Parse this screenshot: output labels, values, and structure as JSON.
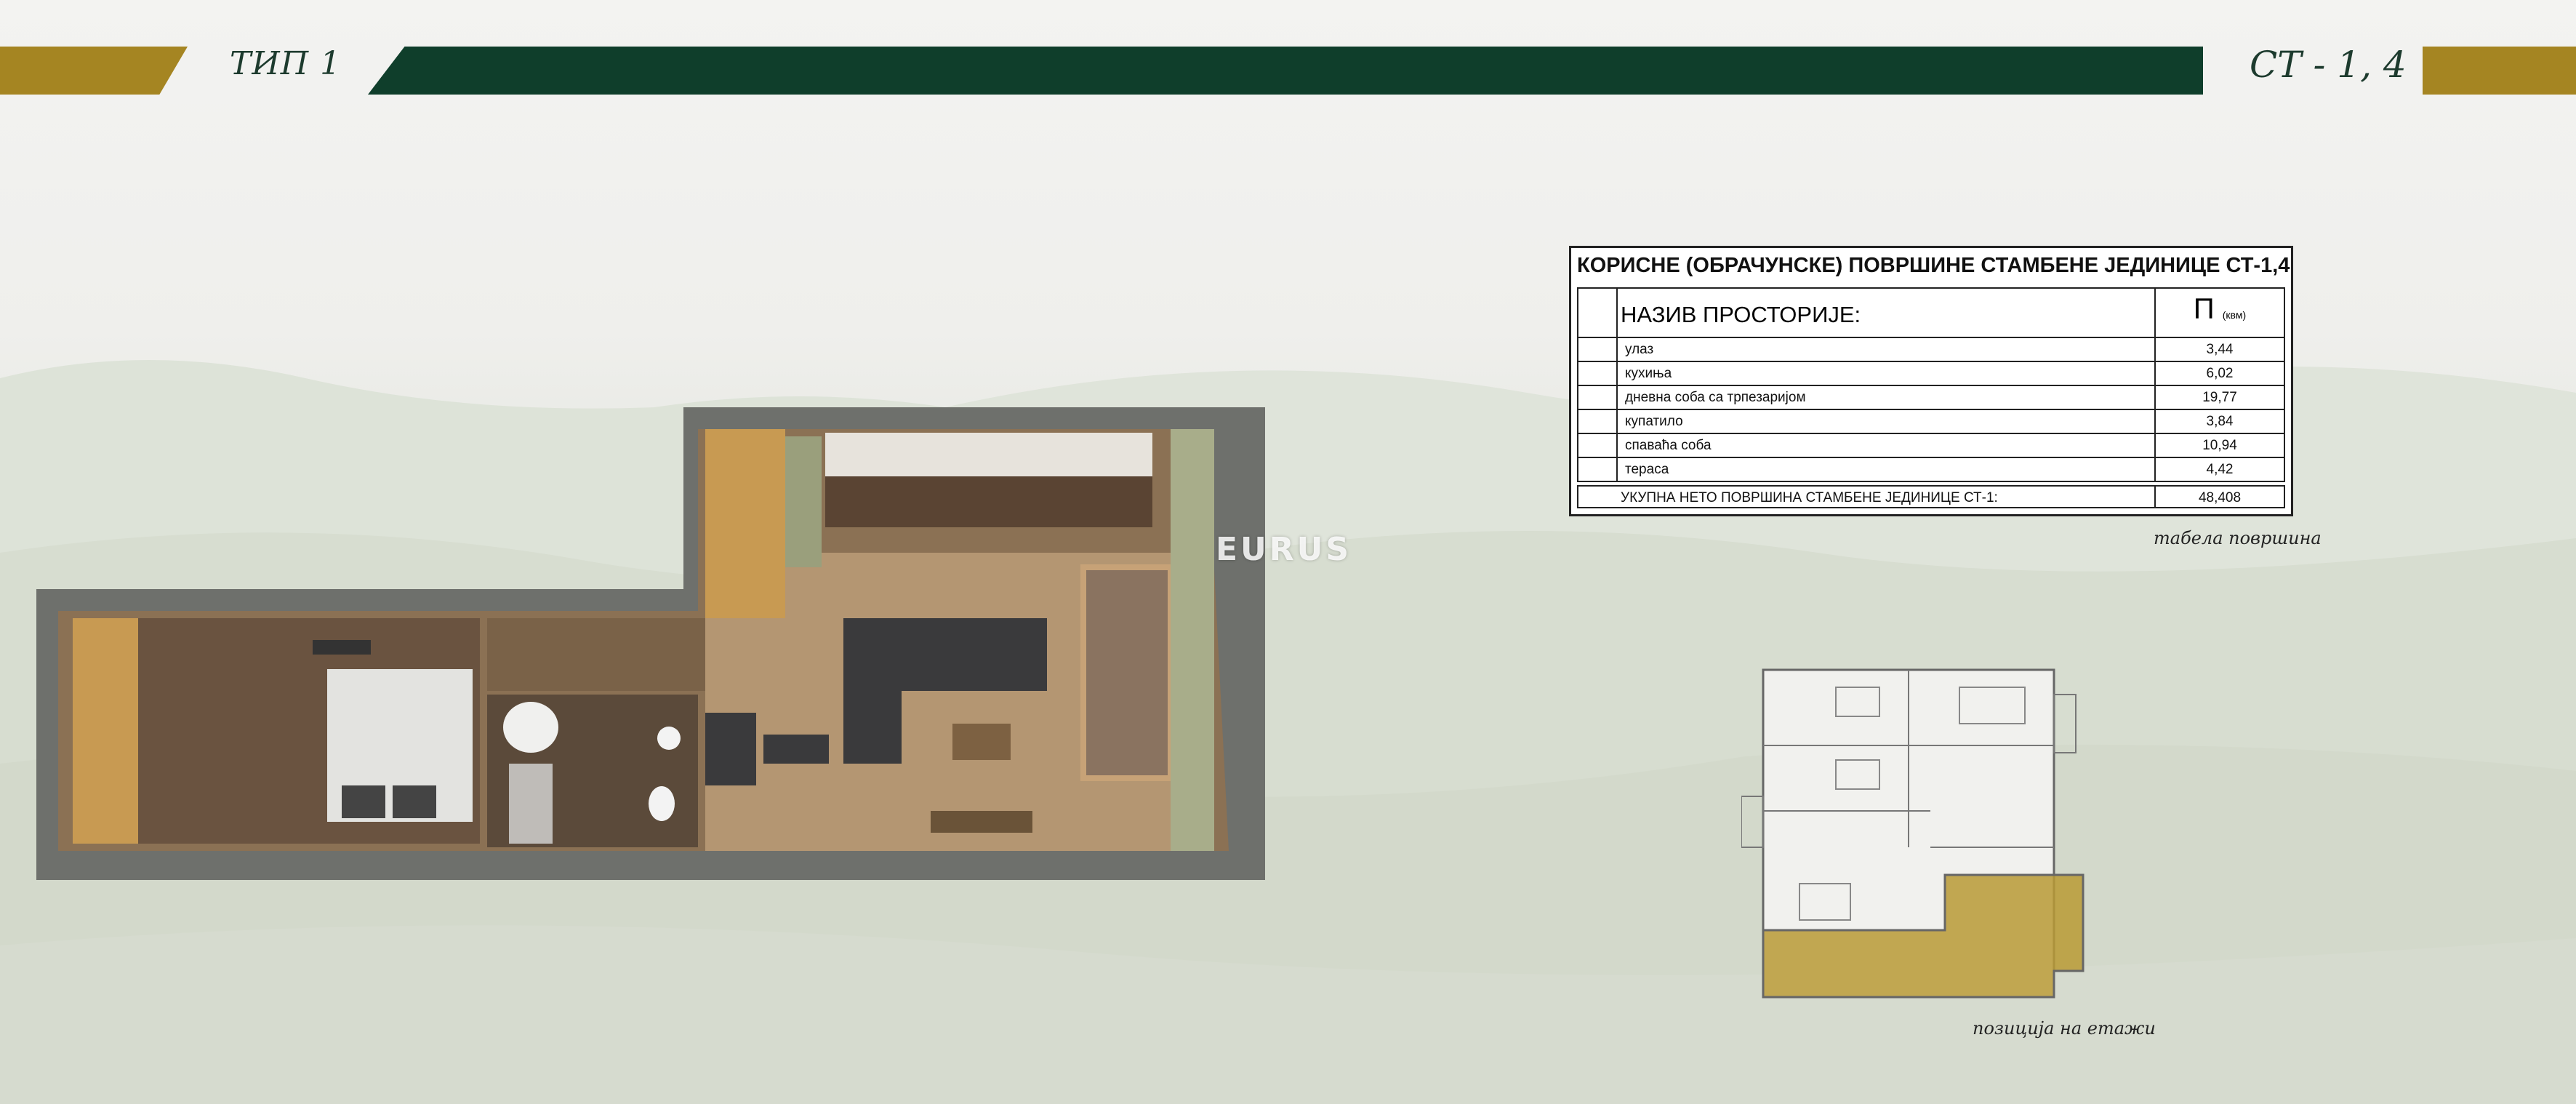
{
  "header": {
    "type_label": "ТИП 1",
    "unit_label": "СТ - 1, 4"
  },
  "colors": {
    "gold": "#a58522",
    "dark_green": "#0f3e2b",
    "keyplan_highlight": "#b89a35"
  },
  "watermark": "EURUS",
  "area_table": {
    "title": "КОРИСНЕ (ОБРАЧУНСКЕ) ПОВРШИНЕ СТАМБЕНЕ ЈЕДИНИЦЕ СТ-1,4",
    "col_name": "НАЗИВ ПРОСТОРИЈЕ:",
    "col_area": "П",
    "col_unit": "(квм)",
    "rows": [
      {
        "name": "улаз",
        "area": "3,44"
      },
      {
        "name": "кухиња",
        "area": "6,02"
      },
      {
        "name": "дневна соба са трпезаријом",
        "area": "19,77"
      },
      {
        "name": "купатило",
        "area": "3,84"
      },
      {
        "name": "спаваћа соба",
        "area": "10,94"
      },
      {
        "name": "тераса",
        "area": "4,42"
      }
    ],
    "total_label": "УКУПНА НЕТО ПОВРШИНА СТАМБЕНЕ ЈЕДИНИЦЕ СТ-1:",
    "total_value": "48,408",
    "caption": "табела површина"
  },
  "keyplan": {
    "caption": "позиција на етажи"
  }
}
